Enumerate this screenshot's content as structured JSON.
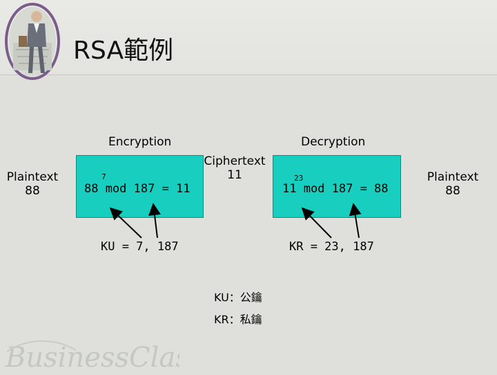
{
  "slide": {
    "title": "RSA範例",
    "encryption_label": "Encryption",
    "decryption_label": "Decryption",
    "plaintext_left": {
      "line1": "Plaintext",
      "line2": "88"
    },
    "ciphertext": {
      "line1": "Ciphertext",
      "line2": "11"
    },
    "plaintext_right": {
      "line1": "Plaintext",
      "line2": "88"
    },
    "enc_box": {
      "exponent": "7",
      "equation": "88 mod 187 = 11"
    },
    "dec_box": {
      "exponent": "23",
      "equation": "11 mod 187 = 88"
    },
    "public_key": "KU = 7, 187",
    "private_key": "KR = 23, 187",
    "legend": [
      {
        "text": "KU：公鑰"
      },
      {
        "text": "KR：私鑰"
      }
    ],
    "watermark_text": "BusinessClass",
    "colors": {
      "box_fill": "#18cfbf",
      "box_border": "#0c8d82",
      "background": "#dfe0dc"
    }
  }
}
